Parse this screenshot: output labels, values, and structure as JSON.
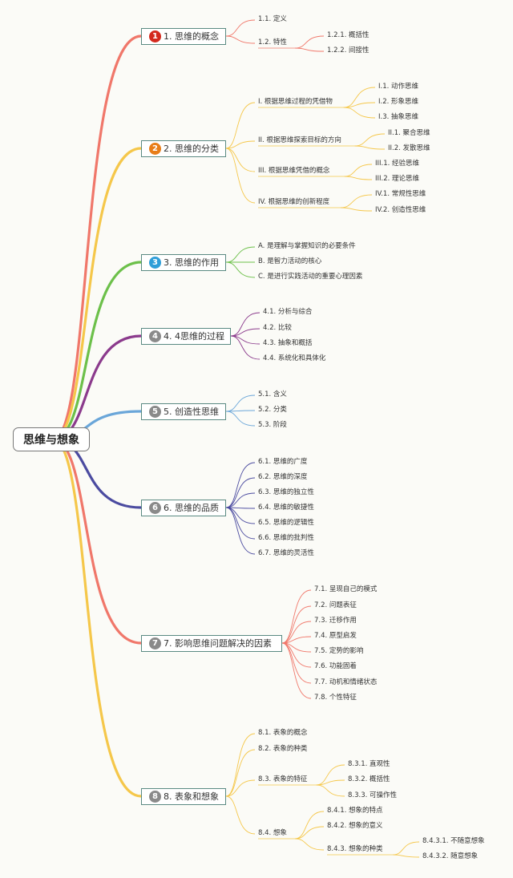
{
  "root": "思维与想象",
  "branches": [
    {
      "num": "1",
      "label": "1. 思维的概念",
      "color": "#f0776a",
      "badge_color": "#d42a1e",
      "children": [
        {
          "label": "1.1. 定义"
        },
        {
          "label": "1.2. 特性",
          "children": [
            {
              "label": "1.2.1. 概括性"
            },
            {
              "label": "1.2.2. 间接性"
            }
          ]
        }
      ]
    },
    {
      "num": "2",
      "label": "2. 思维的分类",
      "color": "#f5c74a",
      "badge_color": "#e87d18",
      "children": [
        {
          "label": "I. 根据思维过程的凭借物",
          "children": [
            {
              "label": "I.1. 动作思维"
            },
            {
              "label": "I.2. 形象思维"
            },
            {
              "label": "I.3. 抽象思维"
            }
          ]
        },
        {
          "label": "II. 根据思维探索目标的方向",
          "children": [
            {
              "label": "II.1. 聚合思维"
            },
            {
              "label": "II.2. 发散思维"
            }
          ]
        },
        {
          "label": "III. 根据思维凭借的概念",
          "children": [
            {
              "label": "III.1. 经验思维"
            },
            {
              "label": "III.2. 理论思维"
            }
          ]
        },
        {
          "label": "IV. 根据思维的创新程度",
          "children": [
            {
              "label": "IV.1. 常规性思维"
            },
            {
              "label": "IV.2. 创造性思维"
            }
          ]
        }
      ]
    },
    {
      "num": "3",
      "label": "3. 思维的作用",
      "color": "#6cc04a",
      "badge_color": "#2f9ed8",
      "children": [
        {
          "label": "A. 是理解与掌握知识的必要条件"
        },
        {
          "label": "B. 是智力活动的核心"
        },
        {
          "label": "C. 是进行实践活动的重要心理因素"
        }
      ]
    },
    {
      "num": "4",
      "label": "4. 4思维的过程",
      "color": "#8b3a8c",
      "badge_color": "#8a8a8a",
      "children": [
        {
          "label": "4.1. 分析与综合"
        },
        {
          "label": "4.2. 比较"
        },
        {
          "label": "4.3. 抽象和概括"
        },
        {
          "label": "4.4. 系统化和具体化"
        }
      ]
    },
    {
      "num": "5",
      "label": "5. 创造性思维",
      "color": "#6aa6d9",
      "badge_color": "#8a8a8a",
      "children": [
        {
          "label": "5.1. 含义"
        },
        {
          "label": "5.2. 分类"
        },
        {
          "label": "5.3. 阶段"
        }
      ]
    },
    {
      "num": "6",
      "label": "6. 思维的品质",
      "color": "#4b4ba0",
      "badge_color": "#8a8a8a",
      "children": [
        {
          "label": "6.1. 思维的广度"
        },
        {
          "label": "6.2. 思维的深度"
        },
        {
          "label": "6.3. 思维的独立性"
        },
        {
          "label": "6.4. 思维的敏捷性"
        },
        {
          "label": "6.5. 思维的逻辑性"
        },
        {
          "label": "6.6. 思维的批判性"
        },
        {
          "label": "6.7. 思维的灵活性"
        }
      ]
    },
    {
      "num": "7",
      "label": "7. 影响思维问题解决的因素",
      "color": "#f0776a",
      "badge_color": "#8a8a8a",
      "children": [
        {
          "label": "7.1. 呈现自己的模式"
        },
        {
          "label": "7.2. 问题表征"
        },
        {
          "label": "7.3. 迁移作用"
        },
        {
          "label": "7.4. 原型启发"
        },
        {
          "label": "7.5. 定势的影响"
        },
        {
          "label": "7.6. 功能固着"
        },
        {
          "label": "7.7. 动机和情绪状态"
        },
        {
          "label": "7.8. 个性特征"
        }
      ]
    },
    {
      "num": "8",
      "label": "8. 表象和想象",
      "color": "#f5c74a",
      "badge_color": "#8a8a8a",
      "children": [
        {
          "label": "8.1. 表象的概念"
        },
        {
          "label": "8.2. 表象的种类"
        },
        {
          "label": "8.3. 表象的特征",
          "children": [
            {
              "label": "8.3.1. 直观性"
            },
            {
              "label": "8.3.2. 概括性"
            },
            {
              "label": "8.3.3. 可操作性"
            }
          ]
        },
        {
          "label": "8.4. 想象",
          "children": [
            {
              "label": "8.4.1. 想象的特点"
            },
            {
              "label": "8.4.2. 想象的意义"
            },
            {
              "label": "8.4.3. 想象的种类",
              "children": [
                {
                  "label": "8.4.3.1. 不随意想象"
                },
                {
                  "label": "8.4.3.2. 随意想象"
                }
              ]
            }
          ]
        }
      ]
    }
  ]
}
